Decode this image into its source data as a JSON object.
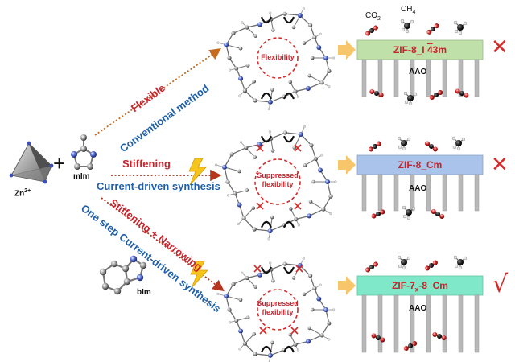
{
  "reactants": {
    "zn_label": "Zn",
    "zn_charge": "2+",
    "plus": "+",
    "mim_label": "mIm",
    "bim_label": "bIm"
  },
  "routes": {
    "top_red": "Flexible",
    "top_blue": "Conventional method",
    "mid_red": "Stiffening",
    "mid_blue": "Current-driven synthesis",
    "bot_red": "Stiffening + Narrowing",
    "bot_blue": "One step Current-driven synthesis"
  },
  "cages": {
    "top_label": "Flexibility",
    "mid_label_1": "Suppressed",
    "mid_label_2": "flexibility",
    "bot_label_1": "Suppressed",
    "bot_label_2": "flexibility"
  },
  "gases": {
    "co2": "CO",
    "co2_sub": "2",
    "ch4": "CH",
    "ch4_sub": "4"
  },
  "membranes": {
    "top_name": "ZIF-8_I 43m",
    "top_overbar": "4",
    "mid_name": "ZIF-8_Cm",
    "bot_name_a": "ZIF-7",
    "bot_sub": "x",
    "bot_name_b": "-8_Cm",
    "support_label": "AAO"
  },
  "results": {
    "top": "✕",
    "mid": "✕",
    "bot": "√"
  },
  "colors": {
    "red": "#c8232c",
    "blue": "#1f5fa8",
    "membrane_top": "#bfe0a8",
    "membrane_mid": "#a9c3ea",
    "membrane_bot": "#7fe8c8",
    "support": "#b8b8b8",
    "arrow_orange": "#f7c56a",
    "lightning": "#f6c51c"
  },
  "icons": {
    "reaction_arrow": "dotted-arrow-icon",
    "bolt": "lightning-icon",
    "flow": "block-arrow-icon",
    "fail": "cross-icon",
    "pass": "check-icon"
  }
}
